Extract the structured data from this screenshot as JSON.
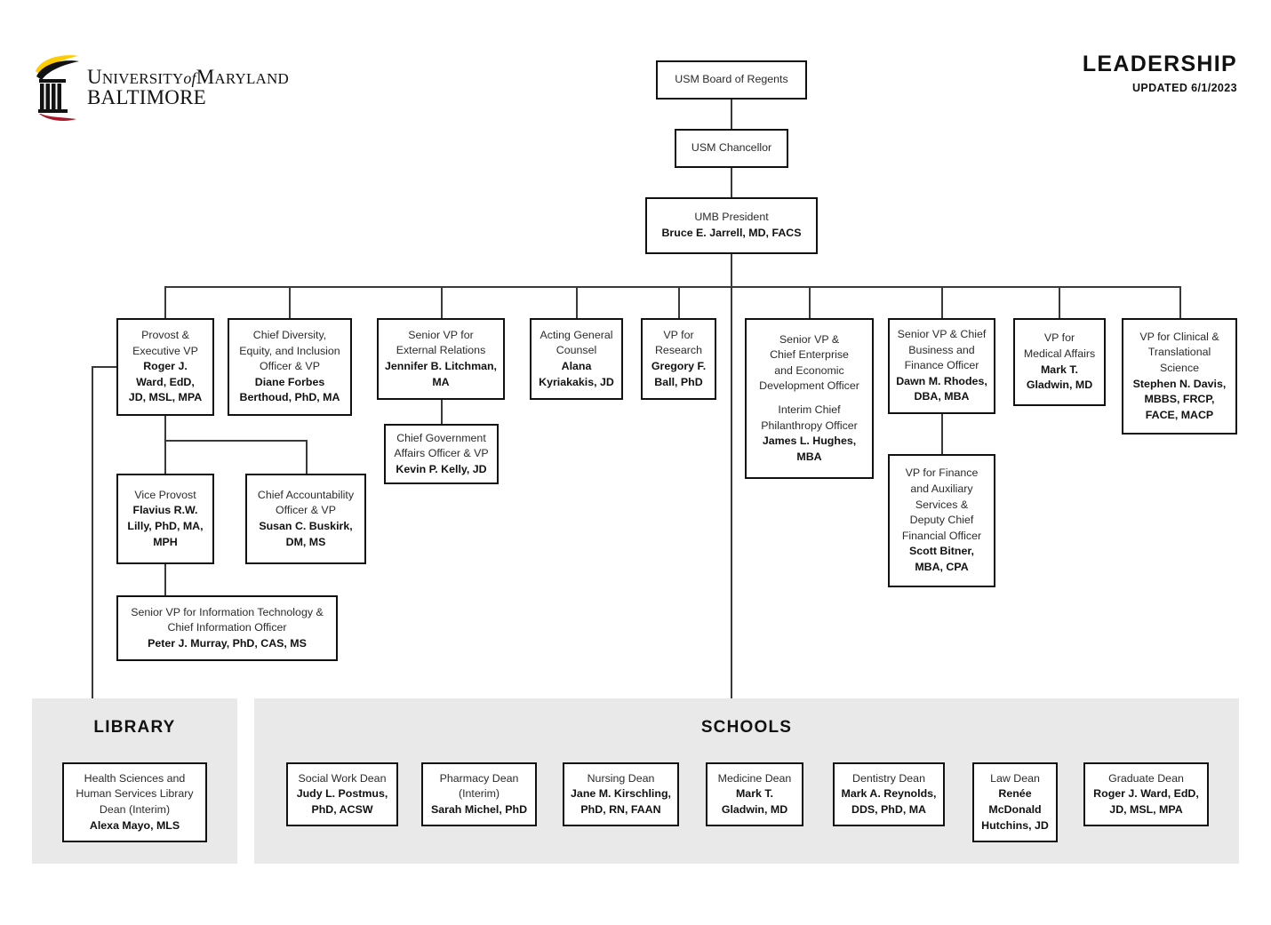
{
  "header": {
    "logo": {
      "line1_prefix": "U",
      "line1_rest": "NIVERSITY",
      "line1_of": "of",
      "line1_m": "M",
      "line1_maryland": "ARYLAND",
      "line2_b": "B",
      "line2_rest": "ALTIMORE",
      "alt": "university-of-maryland-baltimore-logo"
    },
    "title": "LEADERSHIP",
    "updated": "UPDATED 6/1/2023"
  },
  "colors": {
    "box_border": "#111111",
    "line": "#3a3a3a",
    "panel_bg": "#e9e9e9",
    "page_bg": "#ffffff",
    "logo_gold": "#ffcc00",
    "logo_red": "#a8192e",
    "logo_black": "#121212"
  },
  "nodes": {
    "regents": {
      "role": [
        "USM Board of Regents"
      ],
      "person": []
    },
    "chancellor": {
      "role": [
        "USM Chancellor"
      ],
      "person": []
    },
    "president": {
      "role": [
        "UMB President"
      ],
      "person": [
        "Bruce E. Jarrell, MD, FACS"
      ]
    },
    "provost": {
      "role": [
        "Provost &",
        "Executive VP"
      ],
      "person": [
        "Roger J.",
        "Ward, EdD,",
        "JD, MSL, MPA"
      ]
    },
    "diversity": {
      "role": [
        "Chief Diversity,",
        "Equity, and Inclusion",
        "Officer & VP"
      ],
      "person": [
        "Diane Forbes",
        "Berthoud, PhD, MA"
      ]
    },
    "external": {
      "role": [
        "Senior VP for",
        "External Relations"
      ],
      "person": [
        "Jennifer B. Litchman, MA"
      ]
    },
    "counsel": {
      "role": [
        "Acting General",
        "Counsel"
      ],
      "person": [
        "Alana",
        "Kyriakakis, JD"
      ]
    },
    "research": {
      "role": [
        "VP for",
        "Research"
      ],
      "person": [
        "Gregory F.",
        "Ball, PhD"
      ]
    },
    "enterprise": {
      "role": [
        "Senior VP &",
        "Chief Enterprise",
        "and Economic",
        "Development Officer"
      ],
      "role2": [
        "Interim Chief",
        "Philanthropy Officer"
      ],
      "person": [
        "James L. Hughes,",
        "MBA"
      ]
    },
    "finance": {
      "role": [
        "Senior VP & Chief",
        "Business and",
        "Finance Officer"
      ],
      "person": [
        "Dawn M. Rhodes,",
        "DBA, MBA"
      ]
    },
    "medaffairs": {
      "role": [
        "VP for",
        "Medical Affairs"
      ],
      "person": [
        "Mark T.",
        "Gladwin, MD"
      ]
    },
    "clinical": {
      "role": [
        "VP for Clinical &",
        "Translational",
        "Science"
      ],
      "person": [
        "Stephen N. Davis,",
        "MBBS, FRCP,",
        "FACE, MACP"
      ]
    },
    "govaffairs": {
      "role": [
        "Chief Government",
        "Affairs Officer & VP"
      ],
      "person": [
        "Kevin P. Kelly, JD"
      ]
    },
    "viceprovost": {
      "role": [
        "Vice Provost"
      ],
      "person": [
        "Flavius R.W.",
        "Lilly, PhD, MA,",
        "MPH"
      ]
    },
    "accountability": {
      "role": [
        "Chief Accountability",
        "Officer & VP"
      ],
      "person": [
        "Susan C. Buskirk,",
        "DM, MS"
      ]
    },
    "infotech": {
      "role": [
        "Senior VP for Information Technology &",
        "Chief Information Officer"
      ],
      "person": [
        "Peter J. Murray, PhD, CAS, MS"
      ]
    },
    "vpfinance": {
      "role": [
        "VP for Finance",
        "and Auxiliary",
        "Services &",
        "Deputy Chief",
        "Financial Officer"
      ],
      "person": [
        "Scott Bitner,",
        "MBA, CPA"
      ]
    }
  },
  "library": {
    "title": "LIBRARY",
    "nodes": {
      "hshsl": {
        "role": [
          "Health Sciences and",
          "Human Services Library",
          "Dean (Interim)"
        ],
        "person": [
          "Alexa Mayo, MLS"
        ]
      }
    }
  },
  "schools": {
    "title": "SCHOOLS",
    "nodes": {
      "socialwork": {
        "role": [
          "Social Work Dean"
        ],
        "person": [
          "Judy L. Postmus,",
          "PhD, ACSW"
        ]
      },
      "pharmacy": {
        "role": [
          "Pharmacy Dean",
          "(Interim)"
        ],
        "person": [
          "Sarah Michel, PhD"
        ]
      },
      "nursing": {
        "role": [
          "Nursing Dean"
        ],
        "person": [
          "Jane M. Kirschling,",
          "PhD, RN, FAAN"
        ]
      },
      "medicine": {
        "role": [
          "Medicine Dean"
        ],
        "person": [
          "Mark T.",
          "Gladwin, MD"
        ]
      },
      "dentistry": {
        "role": [
          "Dentistry Dean"
        ],
        "person": [
          "Mark A. Reynolds,",
          "DDS, PhD, MA"
        ]
      },
      "law": {
        "role": [
          "Law Dean"
        ],
        "person": [
          "Renée",
          "McDonald",
          "Hutchins, JD"
        ]
      },
      "graduate": {
        "role": [
          "Graduate Dean"
        ],
        "person": [
          "Roger J. Ward, EdD,",
          "JD, MSL, MPA"
        ]
      }
    }
  }
}
